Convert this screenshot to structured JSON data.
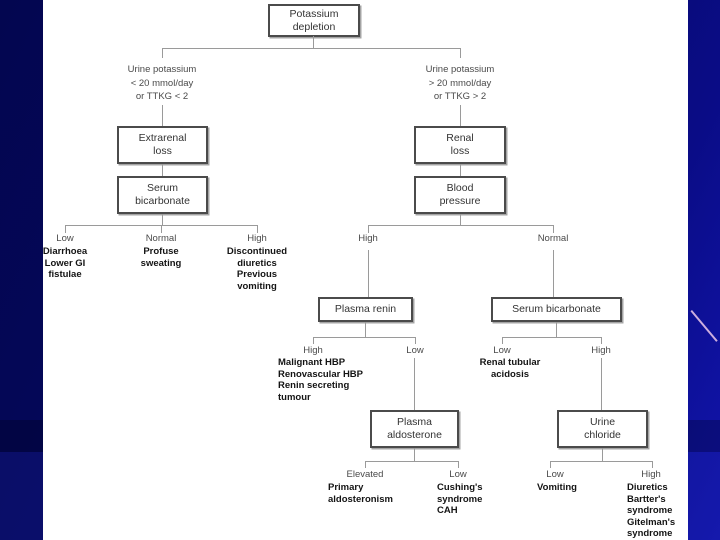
{
  "slide": {
    "background_color": "#05085e",
    "panel_color": "#ffffff",
    "accent_line_color": "#cdaede"
  },
  "nodes": {
    "root": "Potassium\ndepletion",
    "left_condition": "Urine potassium\n< 20 mmol/day\nor TTKG < 2",
    "right_condition": "Urine potassium\n> 20 mmol/day\nor TTKG > 2",
    "extrarenal_loss": "Extrarenal\nloss",
    "serum_bicarbonate_left": "Serum\nbicarbonate",
    "renal_loss": "Renal\nloss",
    "blood_pressure": "Blood\npressure",
    "plasma_renin": "Plasma renin",
    "serum_bicarbonate_right": "Serum bicarbonate",
    "plasma_aldosterone": "Plasma\naldosterone",
    "urine_chloride": "Urine\nchloride"
  },
  "branch_labels": {
    "bicarb_left_low": "Low",
    "bicarb_left_normal": "Normal",
    "bicarb_left_high": "High",
    "bp_high": "High",
    "bp_normal": "Normal",
    "renin_high": "High",
    "renin_low": "Low",
    "bicarb_right_low": "Low",
    "bicarb_right_high": "High",
    "aldosterone_elevated": "Elevated",
    "aldosterone_low": "Low",
    "chloride_low": "Low",
    "chloride_high": "High"
  },
  "diagnoses": {
    "bicarb_left_low": "Diarrhoea\nLower GI\nfistulae",
    "bicarb_left_normal": "Profuse\nsweating",
    "bicarb_left_high": "Discontinued\ndiuretics\nPrevious\nvomiting",
    "renin_high": "Malignant HBP\nRenovascular HBP\nRenin secreting\n tumour",
    "bicarb_right_low": "Renal tubular\nacidosis",
    "aldosterone_elevated": "Primary\naldosteronism",
    "aldosterone_low": "Cushing's\nsyndrome\nCAH",
    "chloride_low": "Vomiting",
    "chloride_high": "Diuretics\nBartter's\n syndrome\nGitelman's\n syndrome"
  }
}
